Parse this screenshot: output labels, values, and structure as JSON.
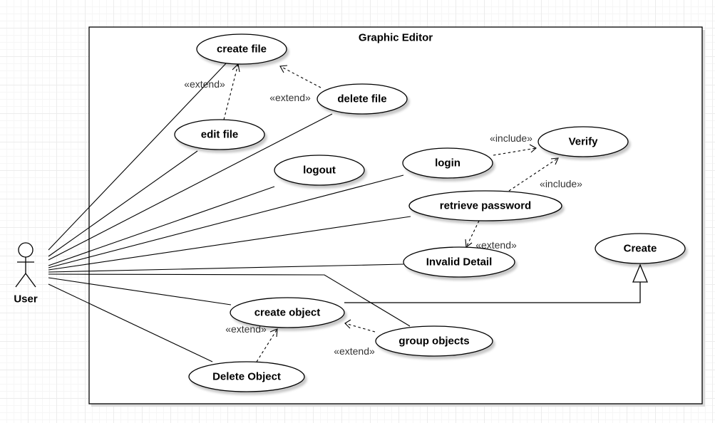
{
  "system": {
    "title": "Graphic Editor"
  },
  "actor": {
    "name": "User",
    "icon": "stick-figure-icon"
  },
  "use_cases": {
    "create_file": "create file",
    "delete_file": "delete file",
    "edit_file": "edit file",
    "logout": "logout",
    "login": "login",
    "verify": "Verify",
    "retrieve_password": "retrieve password",
    "invalid_detail": "Invalid Detail",
    "create": "Create",
    "create_object": "create object",
    "group_objects": "group objects",
    "delete_object": "Delete Object"
  },
  "relations": {
    "extend_edit_file": "«extend»",
    "extend_delete_file": "«extend»",
    "include_login_verify": "«include»",
    "include_retrieve_verify": "«include»",
    "extend_invalid_detail": "«extend»",
    "extend_delete_object": "«extend»",
    "extend_group_objects": "«extend»"
  }
}
